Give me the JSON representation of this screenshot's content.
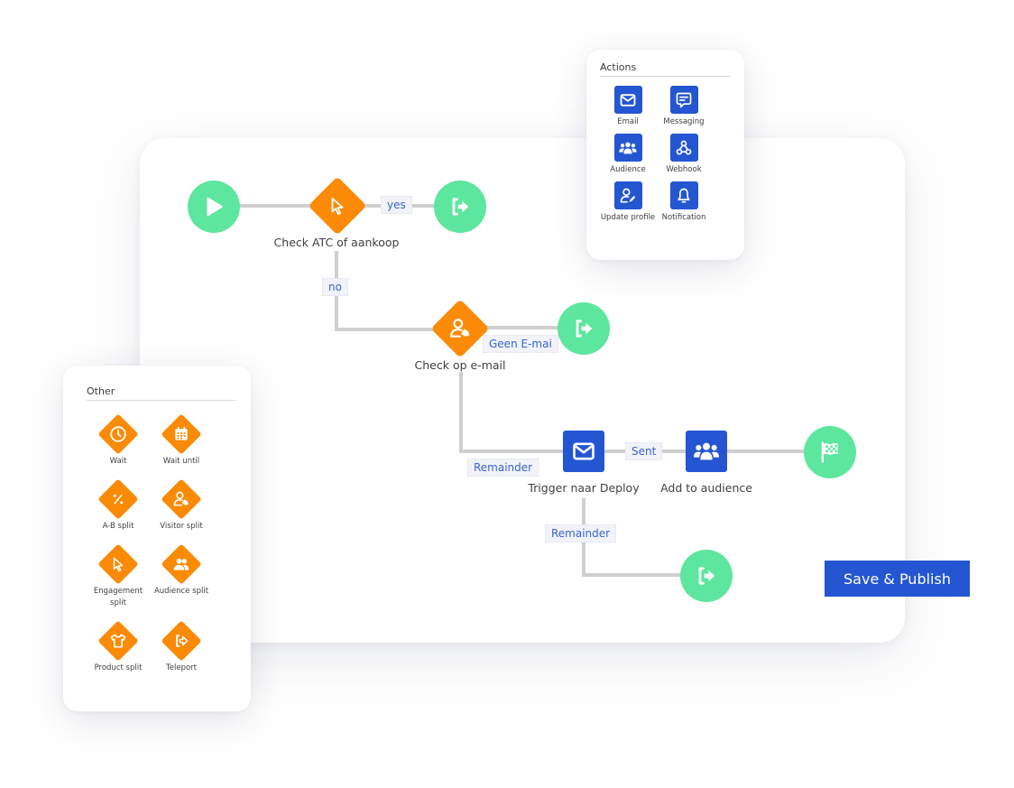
{
  "colors": {
    "accent_blue": "#2456d2",
    "action_orange": "#fb8a06",
    "terminal_green": "#5ce69e",
    "connector_gray": "#cfcfcf",
    "edge_label_text": "#3a63cf"
  },
  "actions_panel": {
    "title": "Actions",
    "items": [
      {
        "label": "Email",
        "icon": "envelope-icon"
      },
      {
        "label": "Messaging",
        "icon": "chat-message-icon"
      },
      {
        "label": "Audience",
        "icon": "people-group-icon"
      },
      {
        "label": "Webhook",
        "icon": "webhook-icon"
      },
      {
        "label": "Update profile",
        "icon": "user-edit-icon"
      },
      {
        "label": "Notification",
        "icon": "bell-icon"
      }
    ]
  },
  "other_panel": {
    "title": "Other",
    "items": [
      {
        "label": "Wait",
        "icon": "clock-icon"
      },
      {
        "label": "Wait until",
        "icon": "calendar-icon"
      },
      {
        "label": "A-B split",
        "icon": "percent-icon"
      },
      {
        "label": "Visitor split",
        "icon": "user-tag-icon"
      },
      {
        "label": "Engagement split",
        "icon": "cursor-icon"
      },
      {
        "label": "Audience split",
        "icon": "users-icon"
      },
      {
        "label": "Product split",
        "icon": "tshirt-icon"
      },
      {
        "label": "Teleport",
        "icon": "exit-arrow-icon"
      }
    ]
  },
  "flow": {
    "nodes": {
      "start": {
        "icon": "play-icon"
      },
      "check_atc": {
        "label": "Check ATC of aankoop",
        "icon": "cursor-icon"
      },
      "exit_yes": {
        "icon": "exit-arrow-icon"
      },
      "check_email": {
        "label": "Check op e-mail",
        "icon": "user-tag-icon"
      },
      "exit_no_email": {
        "icon": "exit-arrow-icon"
      },
      "trigger_deploy": {
        "label": "Trigger naar Deploy",
        "icon": "envelope-icon"
      },
      "add_audience": {
        "label": "Add to audience",
        "icon": "people-group-icon"
      },
      "finish": {
        "icon": "checkered-flag-icon"
      },
      "exit_remainder": {
        "icon": "exit-arrow-icon"
      }
    },
    "edge_labels": {
      "yes": "yes",
      "no": "no",
      "geen_email": "Geen E-mai",
      "remainder_1": "Remainder",
      "sent": "Sent",
      "remainder_2": "Remainder"
    }
  },
  "toolbar": {
    "publish_label": "Save & Publish"
  }
}
